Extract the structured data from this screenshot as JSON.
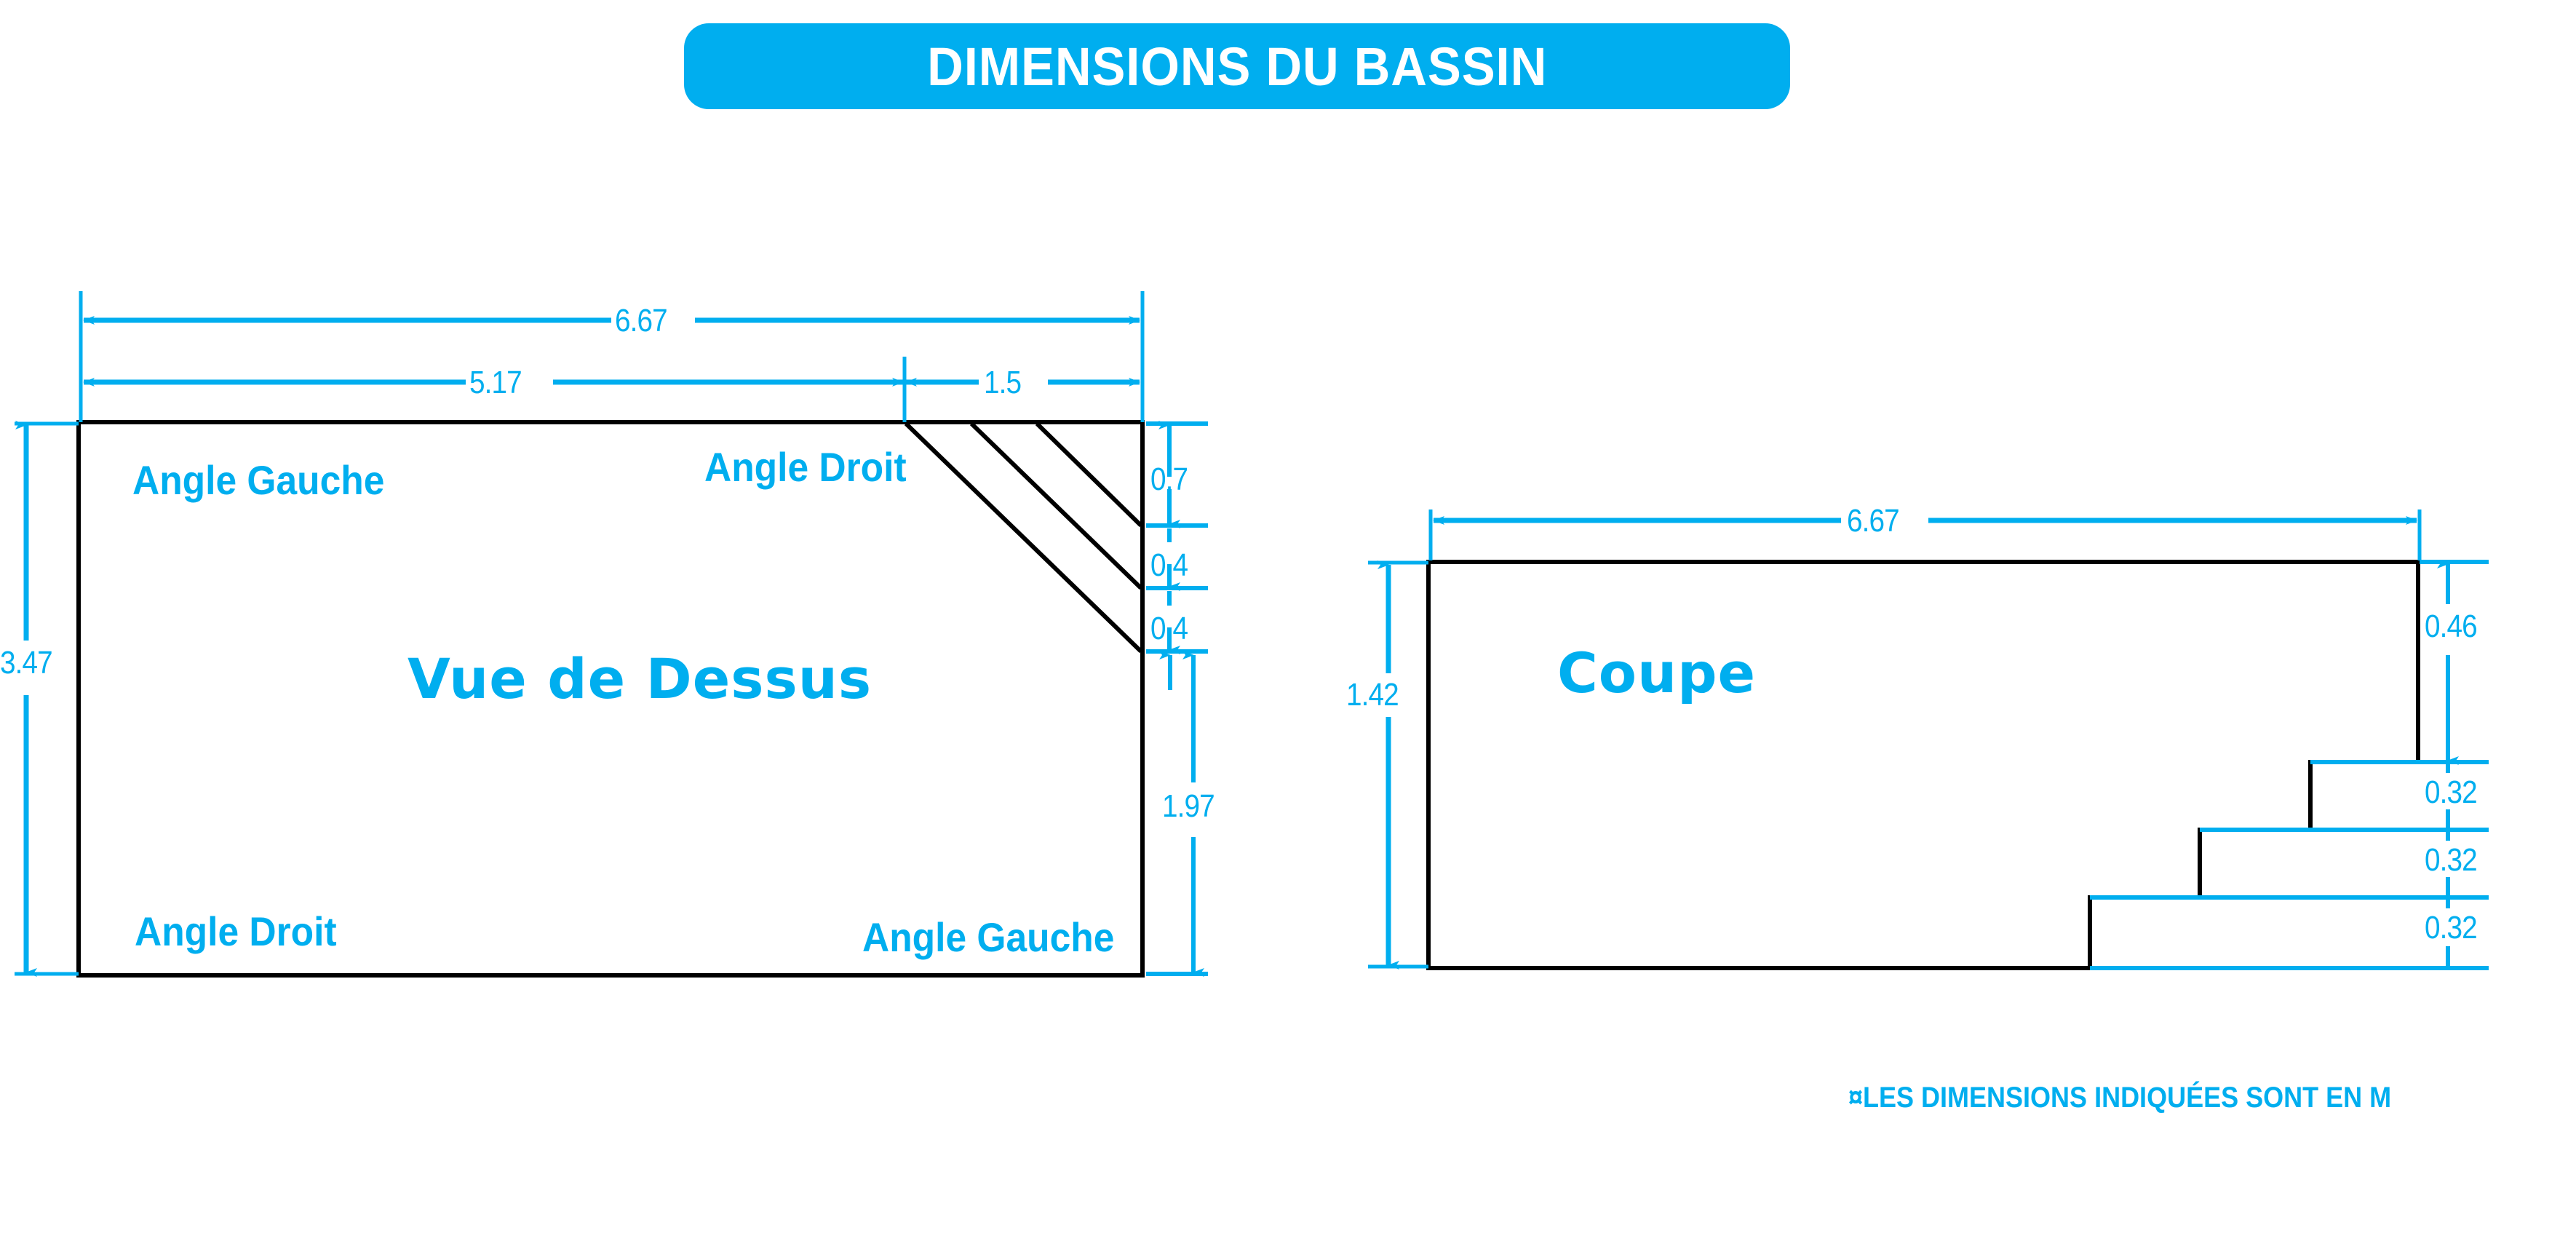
{
  "title": {
    "text": "DIMENSIONS DU BASSIN",
    "banner_color": "#00AEEF",
    "text_color": "#FFFFFF"
  },
  "colors": {
    "accent": "#00AEEF",
    "outline": "#000000",
    "background": "#FFFFFF"
  },
  "footnote": {
    "text": "¤LES DIMENSIONS INDIQUÉES SONT EN M"
  },
  "top_view": {
    "label": "Vue de Dessus",
    "corner_labels": {
      "top_left": "Angle Gauche",
      "top_right": "Angle Droit",
      "bottom_left": "Angle Droit",
      "bottom_right": "Angle Gauche"
    },
    "dimensions": {
      "overall_width": "6.67",
      "segment_left_width": "5.17",
      "segment_right_width": "1.5",
      "overall_height": "3.47",
      "step_1": "0.7",
      "step_2": "0.4",
      "step_3": "0.4",
      "remaining_height": "1.97"
    }
  },
  "section_view": {
    "label": "Coupe",
    "dimensions": {
      "overall_width": "6.67",
      "overall_depth": "1.42",
      "step_1": "0.46",
      "step_2": "0.32",
      "step_3": "0.32",
      "step_4": "0.32"
    }
  },
  "chart_data": {
    "type": "table",
    "title": "DIMENSIONS DU BASSIN",
    "units": "m",
    "views": [
      {
        "name": "Vue de Dessus",
        "measures": [
          {
            "label": "6.67",
            "orientation": "horizontal",
            "meaning": "overall width"
          },
          {
            "label": "5.17",
            "orientation": "horizontal",
            "meaning": "left segment width"
          },
          {
            "label": "1.5",
            "orientation": "horizontal",
            "meaning": "right segment width"
          },
          {
            "label": "3.47",
            "orientation": "vertical",
            "meaning": "overall height"
          },
          {
            "label": "0.7",
            "orientation": "vertical",
            "meaning": "first stair band"
          },
          {
            "label": "0.4",
            "orientation": "vertical",
            "meaning": "second stair band"
          },
          {
            "label": "0.4",
            "orientation": "vertical",
            "meaning": "third stair band"
          },
          {
            "label": "1.97",
            "orientation": "vertical",
            "meaning": "remaining height"
          }
        ]
      },
      {
        "name": "Coupe",
        "measures": [
          {
            "label": "6.67",
            "orientation": "horizontal",
            "meaning": "overall width"
          },
          {
            "label": "1.42",
            "orientation": "vertical",
            "meaning": "overall depth"
          },
          {
            "label": "0.46",
            "orientation": "vertical",
            "meaning": "first step rise"
          },
          {
            "label": "0.32",
            "orientation": "vertical",
            "meaning": "second step rise"
          },
          {
            "label": "0.32",
            "orientation": "vertical",
            "meaning": "third step rise"
          },
          {
            "label": "0.32",
            "orientation": "vertical",
            "meaning": "fourth step rise"
          }
        ]
      }
    ]
  }
}
